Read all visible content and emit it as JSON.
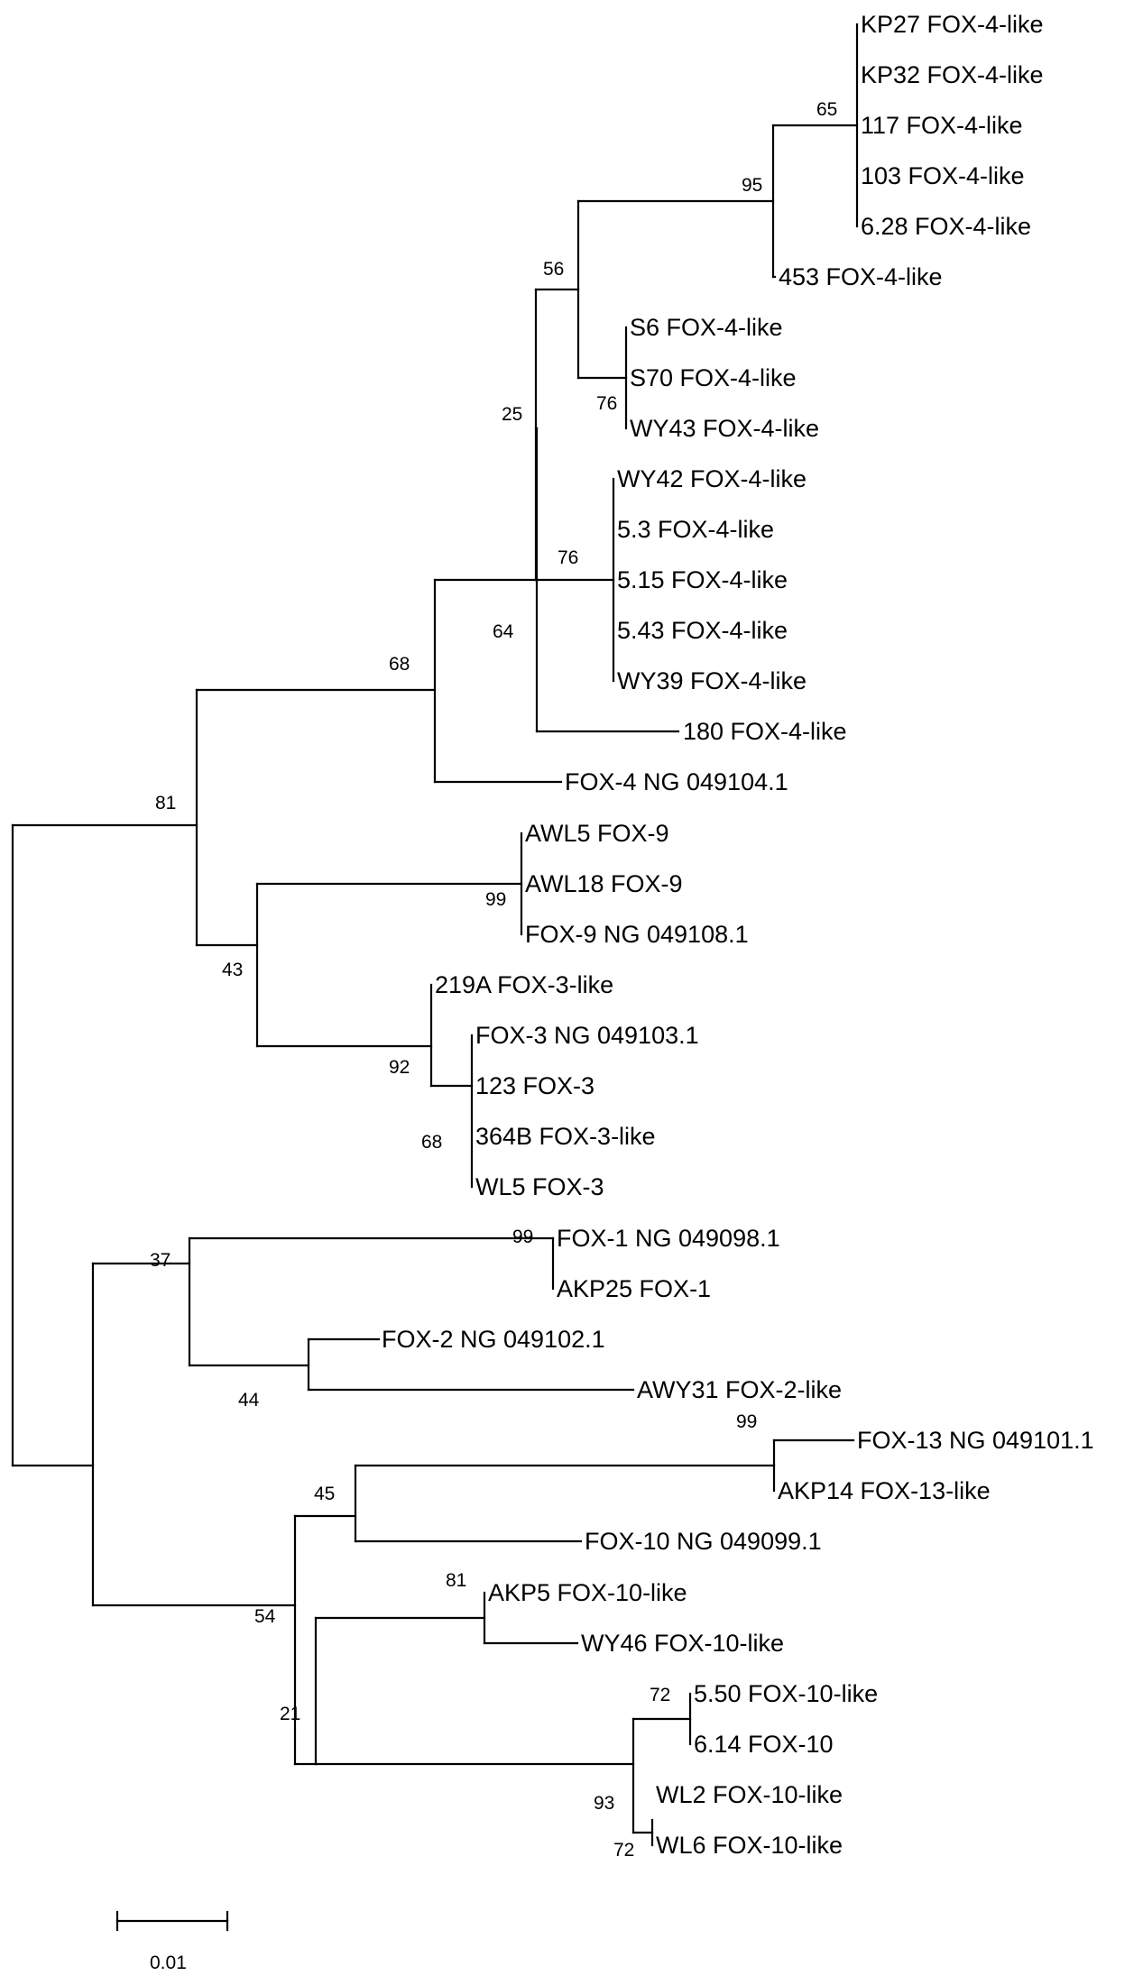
{
  "tree": {
    "scale_bar": {
      "label": "0.01",
      "length": 0.01
    },
    "leaves": [
      "KP27 FOX-4-like",
      "KP32 FOX-4-like",
      "117 FOX-4-like",
      "103 FOX-4-like",
      "6.28 FOX-4-like",
      "453 FOX-4-like",
      "S6 FOX-4-like",
      "S70 FOX-4-like",
      "WY43 FOX-4-like",
      "WY42 FOX-4-like",
      "5.3 FOX-4-like",
      "5.15 FOX-4-like",
      "5.43 FOX-4-like",
      "WY39 FOX-4-like",
      "180 FOX-4-like",
      "FOX-4 NG 049104.1",
      "AWL5 FOX-9",
      "AWL18 FOX-9",
      "FOX-9 NG 049108.1",
      "219A FOX-3-like",
      "FOX-3 NG 049103.1",
      "123 FOX-3",
      "364B FOX-3-like",
      "WL5 FOX-3",
      "FOX-1 NG 049098.1",
      "AKP25 FOX-1",
      "FOX-2 NG 049102.1",
      "AWY31 FOX-2-like",
      "FOX-13 NG 049101.1",
      "AKP14 FOX-13-like",
      "FOX-10 NG 049099.1",
      "AKP5 FOX-10-like",
      "WY46 FOX-10-like",
      "5.50 FOX-10-like",
      "6.14 FOX-10",
      "WL2 FOX-10-like",
      "WL6 FOX-10-like"
    ],
    "bootstrap_values": [
      "65",
      "95",
      "56",
      "76",
      "25",
      "76",
      "64",
      "68",
      "81",
      "99",
      "43",
      "92",
      "68",
      "99",
      "37",
      "44",
      "99",
      "45",
      "81",
      "54",
      "21",
      "72",
      "93",
      "72"
    ]
  }
}
